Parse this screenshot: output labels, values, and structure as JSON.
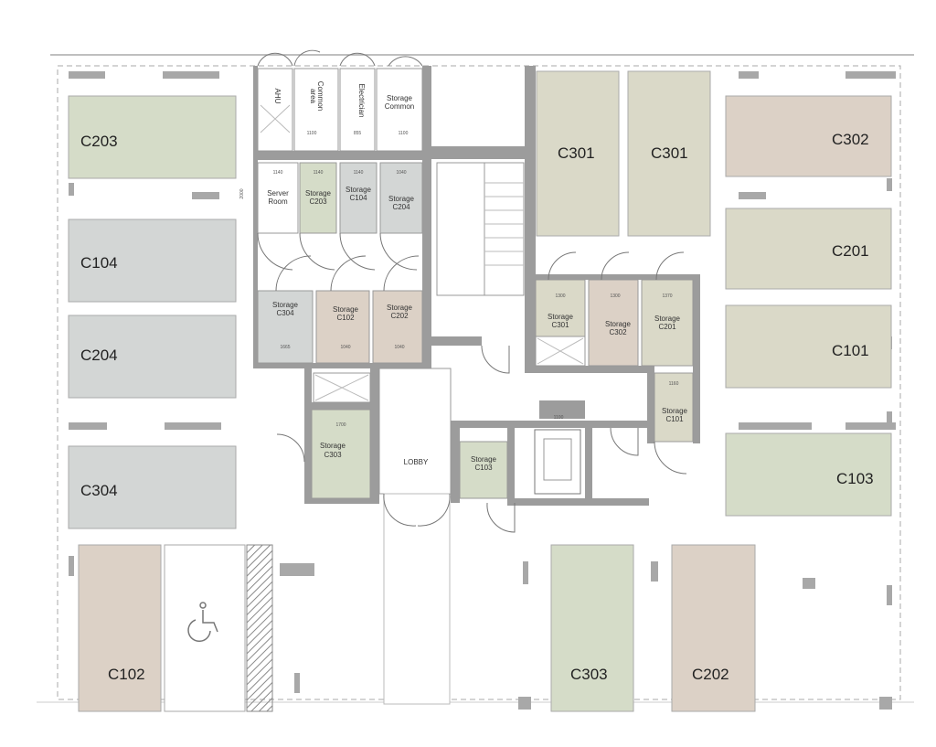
{
  "colors": {
    "green": "#d5dcc8",
    "grey": "#d3d6d5",
    "tan": "#dcd1c6",
    "khaki": "#dad9c8",
    "wall": "#9c9c9c"
  },
  "parking": {
    "C203": "C203",
    "C104": "C104",
    "C204": "C204",
    "C304": "C304",
    "C102": "C102",
    "C301a": "C301",
    "C301b": "C301",
    "C302": "C302",
    "C201": "C201",
    "C101": "C101",
    "C103": "C103",
    "C303": "C303",
    "C202": "C202"
  },
  "rooms": {
    "ahu": "AHU",
    "common_area": [
      "Common",
      "area"
    ],
    "electrician": "Electrician",
    "storage_common": [
      "Storage",
      "Common"
    ],
    "server_room": [
      "Server",
      "Room"
    ],
    "storage_c203": [
      "Storage",
      "C203"
    ],
    "storage_c104": [
      "Storage",
      "C104"
    ],
    "storage_c204": [
      "Storage",
      "C204"
    ],
    "storage_c304": [
      "Storage",
      "C304"
    ],
    "storage_c102": [
      "Storage",
      "C102"
    ],
    "storage_c202": [
      "Storage",
      "C202"
    ],
    "storage_c303": [
      "Storage",
      "C303"
    ],
    "storage_c103": [
      "Storage",
      "C103"
    ],
    "storage_c301": [
      "Storage",
      "C301"
    ],
    "storage_c302": [
      "Storage",
      "C302"
    ],
    "storage_c201": [
      "Storage",
      "C201"
    ],
    "storage_c101": [
      "Storage",
      "C101"
    ],
    "lobby": "LOBBY"
  },
  "dimensions": [
    "1100",
    "855",
    "1100",
    "1140",
    "1140",
    "1140",
    "1040",
    "1665",
    "1040",
    "1040",
    "1300",
    "1300",
    "1370",
    "1100",
    "1160",
    "1700",
    "2000"
  ]
}
